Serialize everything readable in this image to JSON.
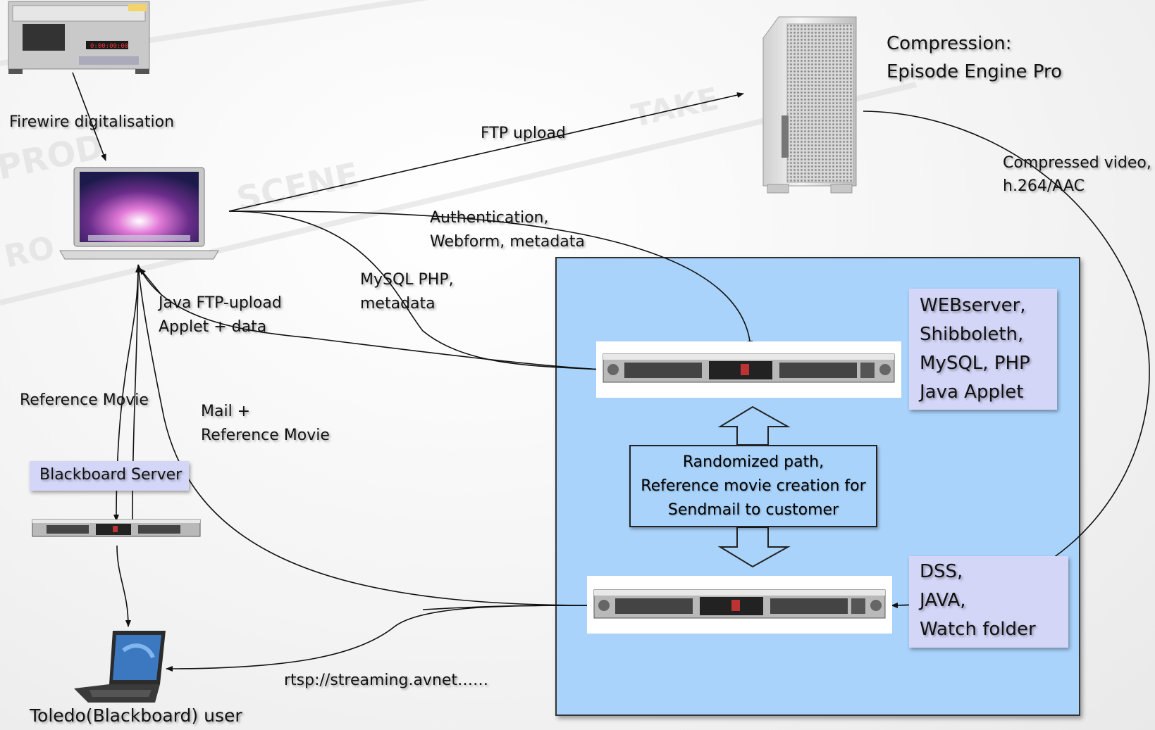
{
  "labels": {
    "firewire": "Firewire digitalisation",
    "ftp_upload": "FTP upload",
    "compression_l1": "Compression:",
    "compression_l2": "Episode Engine Pro",
    "compressed_l1": "Compressed video,",
    "compressed_l2": "h.264/AAC",
    "auth_l1": "Authentication,",
    "auth_l2": "Webform, metadata",
    "mysql_l1": "MySQL PHP,",
    "mysql_l2": "metadata",
    "java_l1": "Java FTP-upload",
    "java_l2": "Applet + data",
    "reference_movie": "Reference Movie",
    "mail_l1": "Mail +",
    "mail_l2": "Reference Movie",
    "blackboard_server": "Blackboard Server",
    "rtsp": "rtsp://streaming.avnet……",
    "toledo_user": "Toledo(Blackboard) user"
  },
  "web_server_box": [
    "WEBserver,",
    "Shibboleth,",
    "MySQL, PHP",
    "Java Applet"
  ],
  "dss_box": [
    "DSS,",
    "JAVA,",
    "Watch folder"
  ],
  "process_box": [
    "Randomized path,",
    "Reference movie creation for",
    "Sendmail to customer"
  ],
  "colors": {
    "zone_blue": "#a9d3fb",
    "label_purple": "#d4d6f8",
    "line": "#111111"
  },
  "icons": {
    "dv_deck": "dvcam-deck-icon",
    "laptop_mac": "macbook-laptop-icon",
    "mac_pro": "mac-pro-tower-icon",
    "rack_server": "rack-server-icon",
    "laptop_pc": "pc-laptop-icon"
  }
}
